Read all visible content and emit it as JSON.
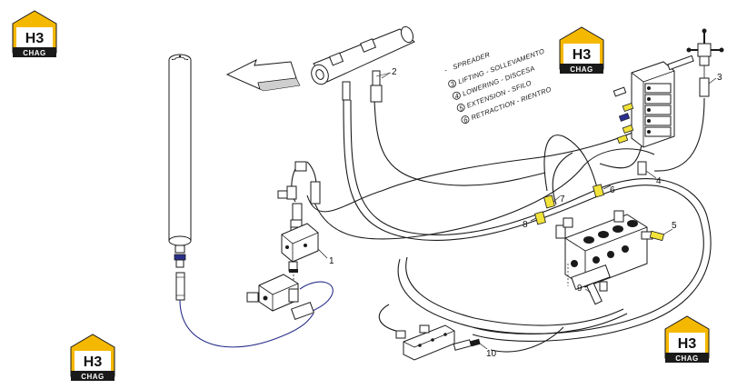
{
  "logo": {
    "main": "H3",
    "sub": "CHAG",
    "color_yellow": "#f5b800"
  },
  "legend": {
    "items": [
      {
        "prefix": "-",
        "text": "SPREADER"
      },
      {
        "prefix": "3",
        "text": "LIFTING - SOLLEVAMENTO"
      },
      {
        "prefix": "4",
        "text": "LOWERING - DISCESA"
      },
      {
        "prefix": "5",
        "text": "EXTENSION - SFILO"
      },
      {
        "prefix": "6",
        "text": "RETRACTION - RIENTRO"
      }
    ]
  },
  "callouts": [
    "1",
    "2",
    "3",
    "4",
    "5",
    "6",
    "7",
    "8",
    "9",
    "10"
  ],
  "colors": {
    "line": "#1a1a1a",
    "accent": "#f2e33a",
    "hose_blue": "#2a2f8a"
  }
}
